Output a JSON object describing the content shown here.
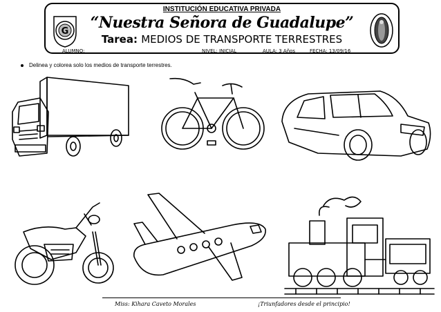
{
  "header": {
    "school": "INSTITUCIÓN EDUCATIVA PRIVADA",
    "motto": "“Nuestra Señora de Guadalupe”",
    "task_label": "Tarea:",
    "task_value": "MEDIOS DE TRANSPORTE TERRESTRES",
    "student": "ALUMNO: ___________________________",
    "level": "NIVEL: INICIAL",
    "classroom": "AULA: 3 Años",
    "date": "FECHA: 13/09/16",
    "logo_letter": "G"
  },
  "instruction": "Delinea y colorea solo los medios de transporte terrestres.",
  "footer": {
    "teacher": "Miss:   Kihara Caveto Morales",
    "slogan": "¡Triunfadores desde el principio!"
  },
  "pictures": [
    "truck-drawing",
    "bicycle-drawing",
    "car-drawing",
    "motorcycle-drawing",
    "airplane-drawing",
    "train-drawing"
  ]
}
